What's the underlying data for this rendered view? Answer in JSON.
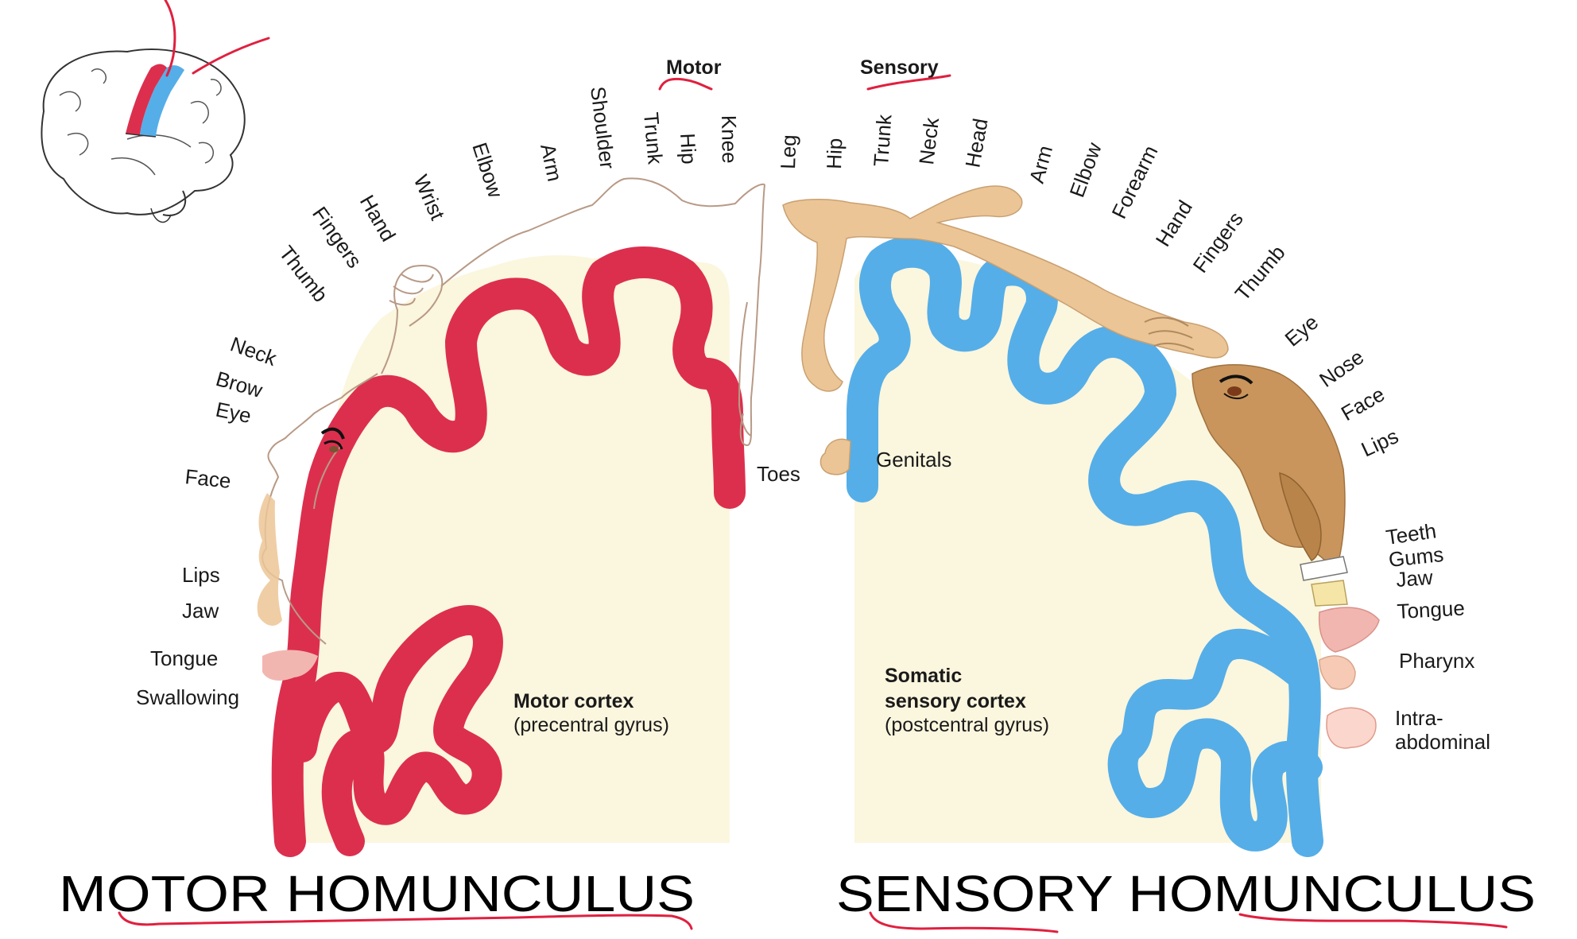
{
  "headers": {
    "motor": "Motor",
    "sensory": "Sensory"
  },
  "motor_labels": {
    "thumb": "Thumb",
    "fingers": "Fingers",
    "hand": "Hand",
    "wrist": "Wrist",
    "elbow": "Elbow",
    "arm": "Arm",
    "shoulder": "Shoulder",
    "trunk": "Trunk",
    "hip": "Hip",
    "knee": "Knee",
    "neck": "Neck",
    "brow": "Brow",
    "eye": "Eye",
    "face": "Face",
    "lips": "Lips",
    "jaw": "Jaw",
    "tongue": "Tongue",
    "swallowing": "Swallowing",
    "toes": "Toes"
  },
  "sensory_labels": {
    "leg": "Leg",
    "hip": "Hip",
    "trunk": "Trunk",
    "neck": "Neck",
    "head": "Head",
    "arm": "Arm",
    "elbow": "Elbow",
    "forearm": "Forearm",
    "hand": "Hand",
    "fingers": "Fingers",
    "thumb": "Thumb",
    "eye": "Eye",
    "nose": "Nose",
    "face": "Face",
    "lips": "Lips",
    "teeth": "Teeth",
    "gums": "Gums",
    "jaw": "Jaw",
    "tongue": "Tongue",
    "pharynx": "Pharynx",
    "intra": "Intra-",
    "abdominal": "abdominal",
    "genitals": "Genitals"
  },
  "motor_cortex": {
    "title": "Motor cortex",
    "subtitle": "(precentral gyrus)"
  },
  "sensory_cortex": {
    "title1": "Somatic",
    "title2": "sensory cortex",
    "subtitle": "(postcentral gyrus)"
  },
  "titles": {
    "motor": "MOTOR HOMUNCULUS",
    "sensory": "SENSORY HOMUNCULUS"
  },
  "colors": {
    "motor_cortex": "#dc2f4e",
    "sensory_cortex": "#55aee8",
    "tissue": "#fbf6de",
    "homunculus_skin": "#ecc596",
    "annotation_ink": "#e0203f"
  }
}
